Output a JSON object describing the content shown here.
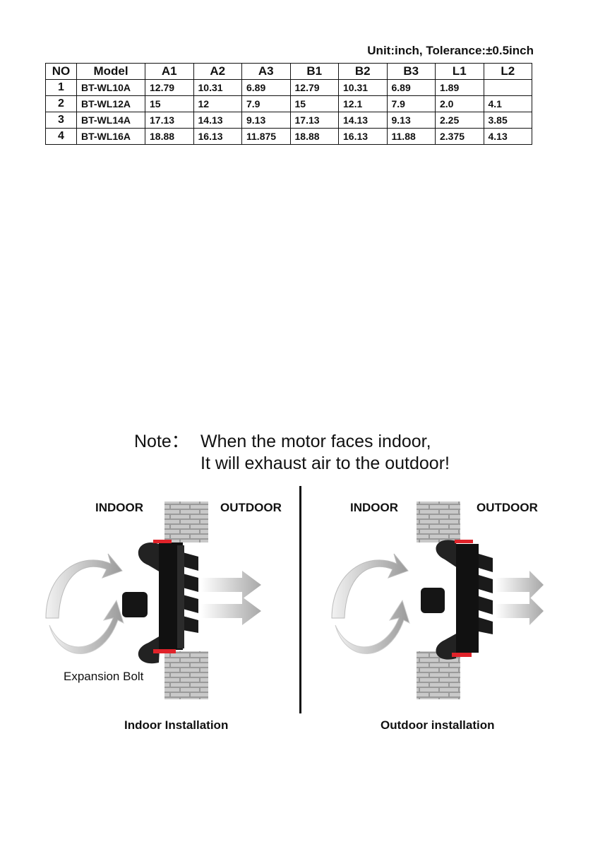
{
  "header": {
    "unit_note": "Unit:inch, Tolerance:±0.5inch"
  },
  "table": {
    "headers": [
      "NO",
      "Model",
      "A1",
      "A2",
      "A3",
      "B1",
      "B2",
      "B3",
      "L1",
      "L2"
    ],
    "rows": [
      [
        "1",
        "BT-WL10A",
        "12.79",
        "10.31",
        "6.89",
        "12.79",
        "10.31",
        "6.89",
        "1.89",
        ""
      ],
      [
        "2",
        "BT-WL12A",
        "15",
        "12",
        "7.9",
        "15",
        "12.1",
        "7.9",
        "2.0",
        "4.1"
      ],
      [
        "3",
        "BT-WL14A",
        "17.13",
        "14.13",
        "9.13",
        "17.13",
        "14.13",
        "9.13",
        "2.25",
        "3.85"
      ],
      [
        "4",
        "BT-WL16A",
        "18.88",
        "16.13",
        "11.875",
        "18.88",
        "16.13",
        "11.88",
        "2.375",
        "4.13"
      ]
    ]
  },
  "note": {
    "label": "Note：",
    "line1": "When the motor faces indoor,",
    "line2": "It will exhaust air to the outdoor!"
  },
  "left_panel": {
    "indoor_label": "INDOOR",
    "outdoor_label": "OUTDOOR",
    "bolt_label": "Expansion Bolt",
    "caption": "Indoor Installation"
  },
  "right_panel": {
    "indoor_label": "INDOOR",
    "outdoor_label": "OUTDOOR",
    "caption": "Outdoor installation"
  },
  "colors": {
    "bolt": "#e0232a",
    "brick": "#8a8a8a",
    "arrow": "#bdbdbd"
  }
}
